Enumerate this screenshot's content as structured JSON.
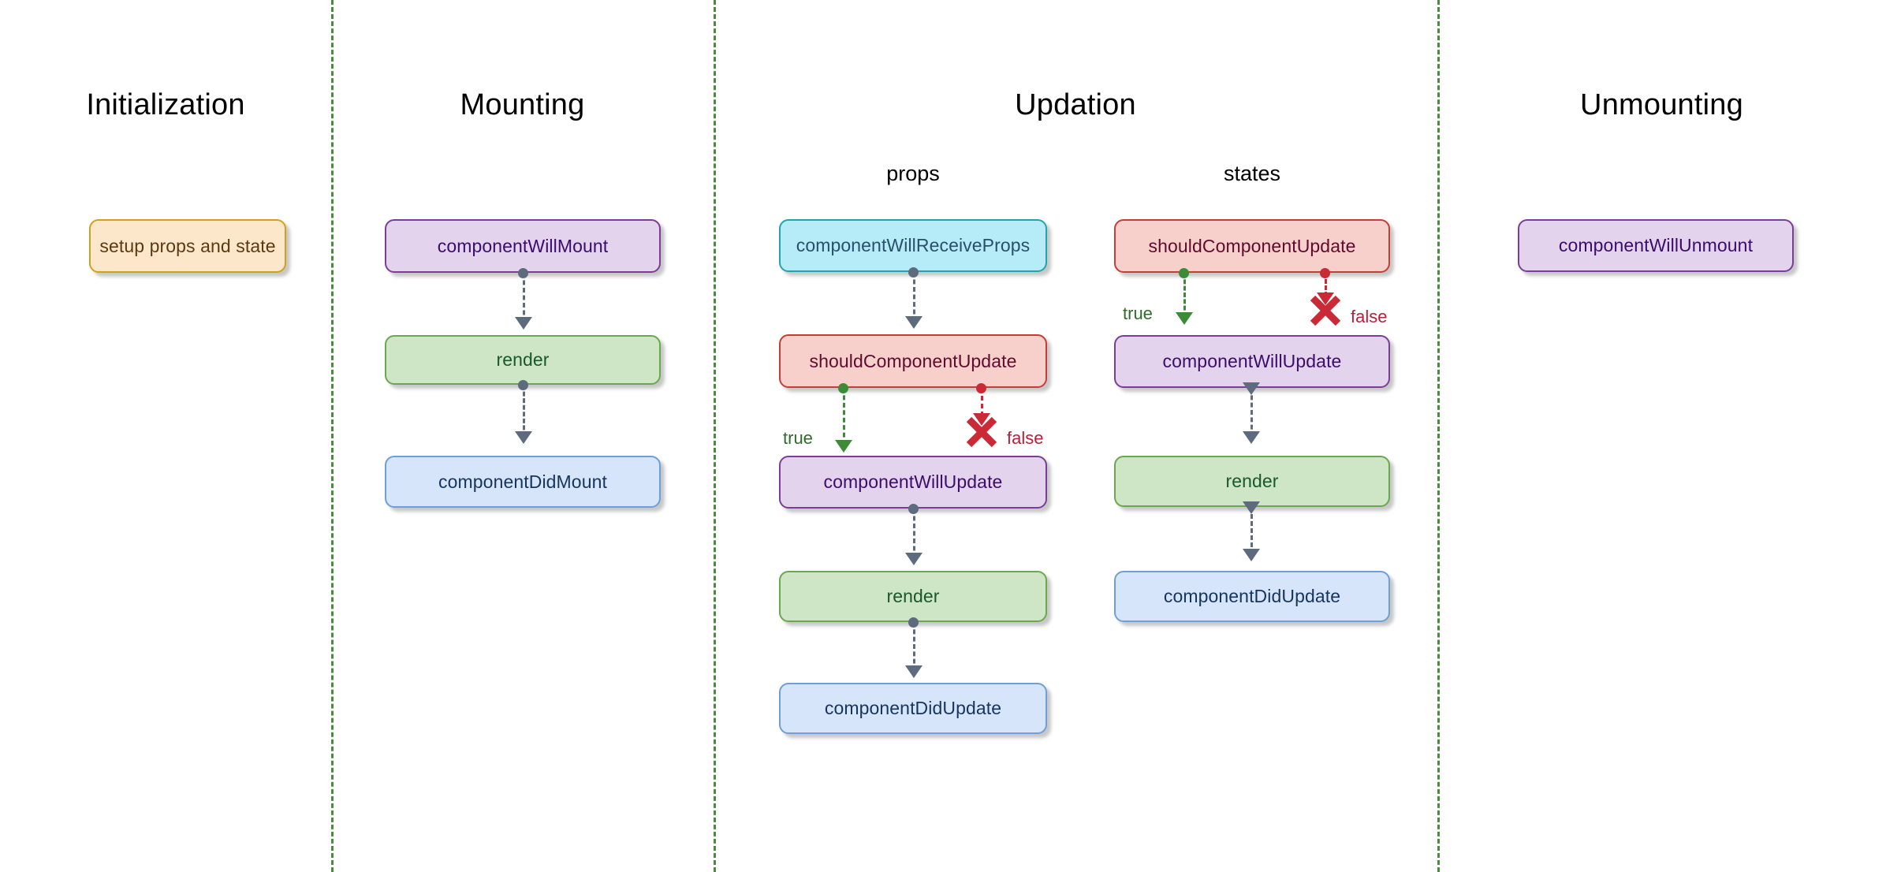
{
  "diagram": {
    "title_semantic": "react-component-lifecycle",
    "columns": [
      {
        "id": "initialization",
        "title": "Initialization"
      },
      {
        "id": "mounting",
        "title": "Mounting"
      },
      {
        "id": "updation",
        "title": "Updation"
      },
      {
        "id": "unmounting",
        "title": "Unmounting"
      }
    ],
    "subtitles": [
      {
        "id": "props",
        "title": "props"
      },
      {
        "id": "states",
        "title": "states"
      }
    ],
    "nodes": {
      "setup_props_and_state": "setup props and state",
      "component_will_mount": "componentWillMount",
      "render_mounting": "render",
      "component_did_mount": "componentDidMount",
      "component_will_receive_props": "componentWillReceiveProps",
      "should_component_update_props": "shouldComponentUpdate",
      "component_will_update_props": "componentWillUpdate",
      "render_props": "render",
      "component_did_update_props": "componentDidUpdate",
      "should_component_update_states": "shouldComponentUpdate",
      "component_will_update_states": "componentWillUpdate",
      "render_states": "render",
      "component_did_update_states": "componentDidUpdate",
      "component_will_unmount": "componentWillUnmount"
    },
    "branch_labels": {
      "props_true": "true",
      "props_false": "false",
      "states_true": "true",
      "states_false": "false"
    },
    "colors": {
      "separator": "#4a8c3f",
      "purple_fill": "#e4d3ec",
      "purple_border": "#7b3d97",
      "green_fill": "#cfe6c6",
      "green_border": "#6aa84f",
      "blue_fill": "#d7e5fa",
      "blue_border": "#6f9fd8",
      "cyan_fill": "#b6ecf7",
      "cyan_border": "#23a3b0",
      "red_fill": "#f7cfcb",
      "red_border": "#c43d36",
      "orange_fill": "#fce7cb",
      "orange_border": "#d4a017",
      "true_branch": "#3d8b37",
      "false_branch": "#cc2936",
      "connector": "#5e6b7e"
    }
  }
}
